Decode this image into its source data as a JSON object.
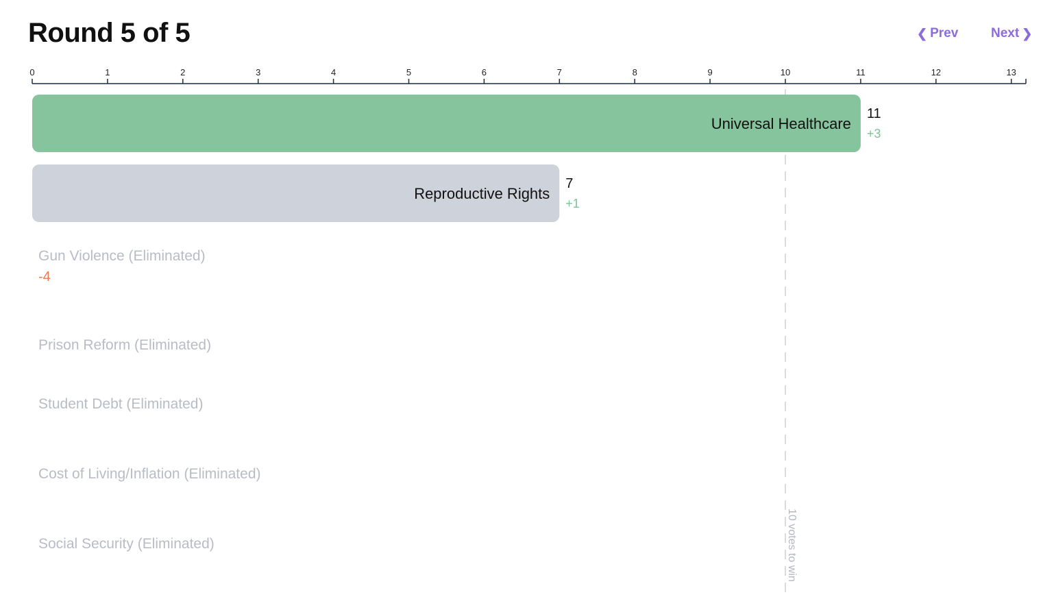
{
  "header": {
    "title": "Round 5 of 5",
    "prev_label": "Prev",
    "next_label": "Next",
    "prev_icon": "chevron-left-icon",
    "next_icon": "chevron-right-icon"
  },
  "colors": {
    "winner": "#86c49d",
    "candidate": "#ced2db",
    "positive": "#7cc395",
    "negative": "#f07a4a",
    "eliminated": "#b9bcc6",
    "accent": "#8b6be0"
  },
  "chart_data": {
    "type": "bar",
    "orientation": "horizontal",
    "xlim": [
      0,
      13.2
    ],
    "ticks": [
      0,
      1,
      2,
      3,
      4,
      5,
      6,
      7,
      8,
      9,
      10,
      11,
      12,
      13
    ],
    "threshold": {
      "value": 10,
      "label": "10 votes to win"
    },
    "rows": [
      {
        "label": "Universal Healthcare",
        "value": 11,
        "delta": "+3",
        "status": "winner"
      },
      {
        "label": "Reproductive Rights",
        "value": 7,
        "delta": "+1",
        "status": "active"
      },
      {
        "label": "Gun Violence (Eliminated)",
        "value": 0,
        "delta": "-4",
        "status": "eliminated"
      },
      {
        "label": "Prison Reform (Eliminated)",
        "value": 0,
        "delta": "",
        "status": "eliminated"
      },
      {
        "label": "Student Debt (Eliminated)",
        "value": 0,
        "delta": "",
        "status": "eliminated"
      },
      {
        "label": "Cost of Living/Inflation (Eliminated)",
        "value": 0,
        "delta": "",
        "status": "eliminated"
      },
      {
        "label": "Social Security (Eliminated)",
        "value": 0,
        "delta": "",
        "status": "eliminated"
      }
    ]
  }
}
